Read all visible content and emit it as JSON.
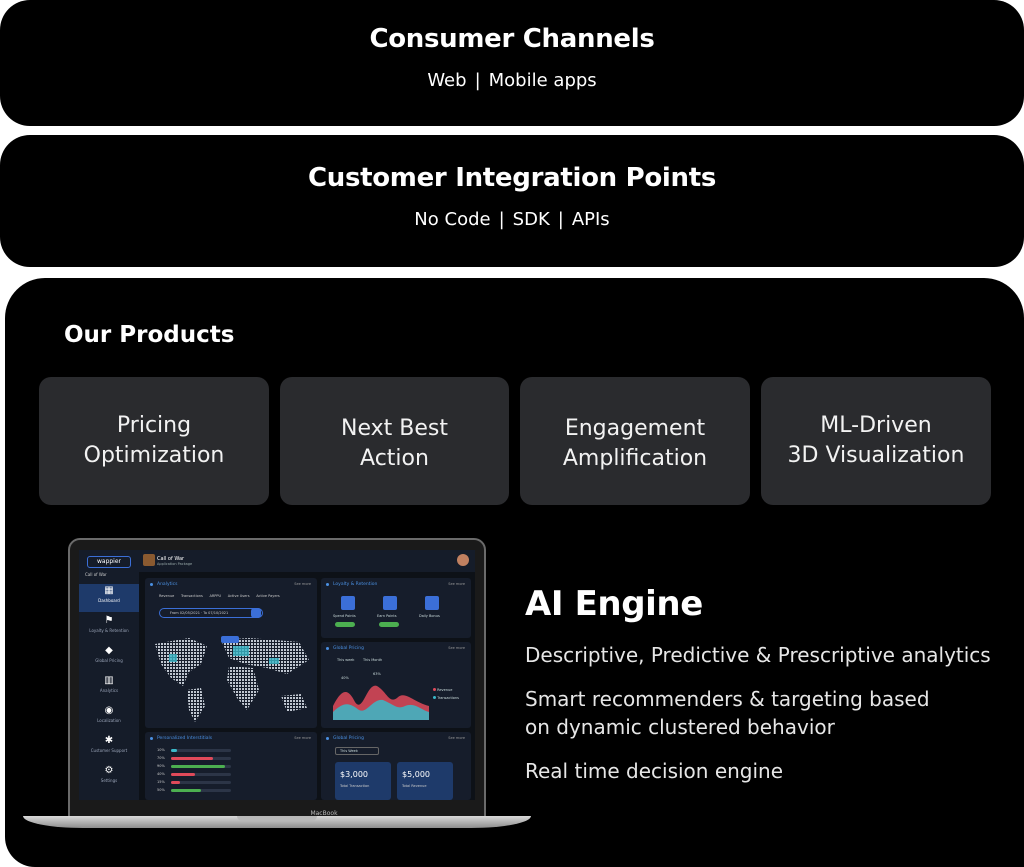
{
  "consumer": {
    "title": "Consumer Channels",
    "items": [
      "Web",
      "Mobile apps"
    ],
    "separator": "|"
  },
  "integration": {
    "title": "Customer Integration Points",
    "items": [
      "No Code",
      "SDK",
      "APIs"
    ],
    "separator": "|"
  },
  "products": {
    "title": "Our Products",
    "cards": [
      {
        "line1": "Pricing",
        "line2": "Optimization"
      },
      {
        "line1": "Next Best",
        "line2": "Action"
      },
      {
        "line1": "Engagement",
        "line2": "Amplification"
      },
      {
        "line1": "ML-Driven",
        "line2": "3D Visualization"
      }
    ]
  },
  "ai_engine": {
    "title": "AI Engine",
    "lines": [
      "Descriptive, Predictive & Prescriptive analytics",
      "Smart recommenders & targeting based",
      "on dynamic clustered behavior",
      "Real time decision engine"
    ]
  },
  "laptop": {
    "label": "MacBook",
    "logo": "wappier",
    "game_select": "Call of War",
    "app_title": "Call of War",
    "app_subtitle": "Application Package",
    "sidebar": [
      "Dashboard",
      "Loyalty & Retention",
      "Global Pricing",
      "Analytics",
      "Localization",
      "Customer Support",
      "Settings"
    ],
    "analytics_title": "Analytics",
    "analytics_tabs": [
      "Revenue",
      "Transactions",
      "ARPPU",
      "Active Users",
      "Active Payers"
    ],
    "date_range": "From 02/05/2021 · To 07/10/2021",
    "loyalty_title": "Loyalty & Retention",
    "loyalty_items": [
      "Spend Points",
      "Earn Points",
      "Daily Bonus"
    ],
    "pricing_title": "Global Pricing",
    "pricing_tabs": [
      "This week",
      "This Month"
    ],
    "pricing_pcts": [
      "40%",
      "63%"
    ],
    "pricing_legend": [
      "Revenue",
      "Transactions"
    ],
    "personalized_title": "Personalized Interstitials",
    "personalized_pcts": [
      "10%",
      "70%",
      "90%",
      "40%",
      "15%",
      "50%"
    ],
    "global_pricing2_title": "Global Pricing",
    "week_select": "This Week",
    "stat1_value": "$3,000",
    "stat1_label": "Total Transaction",
    "stat2_value": "$5,000",
    "stat2_label": "Total Revenue",
    "see_more": "See more"
  },
  "colors": {
    "band": "#000000",
    "card": "#2a2b2e",
    "screen_bg": "#0d1117",
    "accent_blue": "#4a90e2",
    "accent_red": "#e04a5a",
    "accent_teal": "#3ab8c8",
    "accent_green": "#4caf50"
  }
}
